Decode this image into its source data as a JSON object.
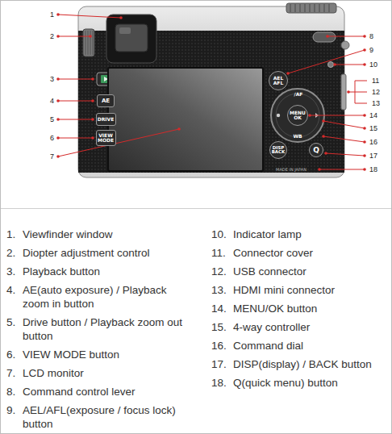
{
  "diagram": {
    "nodes": [
      {
        "text": [
          "AE"
        ]
      },
      {
        "text": [
          "DRIVE"
        ]
      },
      {
        "text": [
          "VIEW MODE"
        ]
      },
      {
        "text": [
          "AEL AFL"
        ]
      },
      {
        "text": [
          "MENU OK"
        ]
      },
      {
        "text": [
          "DISP BACK"
        ]
      },
      {
        "text": [
          "Q"
        ]
      }
    ],
    "labels": [
      "1",
      "2",
      "3",
      "4",
      "5",
      "6",
      "7",
      "8",
      "9",
      "10",
      "11",
      "12",
      "13",
      "14",
      "15",
      "16",
      "17",
      "18",
      "WB",
      "/AF",
      "MADE IN JAPAN",
      "1.",
      "Viewfinder window",
      "2.",
      "Diopter adjustment control",
      "3.",
      "Playback button",
      "4.",
      "AE(auto exposure) / Playback zoom in button",
      "5.",
      "Drive button / Playback zoom out button",
      "6.",
      "VIEW MODE button",
      "7.",
      "LCD monitor",
      "8.",
      "Command control lever",
      "9.",
      "AEL/AFL(exposure / focus lock) button",
      "10.",
      "Indicator lamp",
      "11.",
      "Connector cover",
      "12.",
      "USB connector",
      "13.",
      "HDMI mini connector",
      "14.",
      "MENU/OK button",
      "15.",
      "4-way controller",
      "16.",
      "Command dial",
      "17.",
      "DISP(display) / BACK button",
      "18.",
      "Q(quick menu) button"
    ]
  }
}
